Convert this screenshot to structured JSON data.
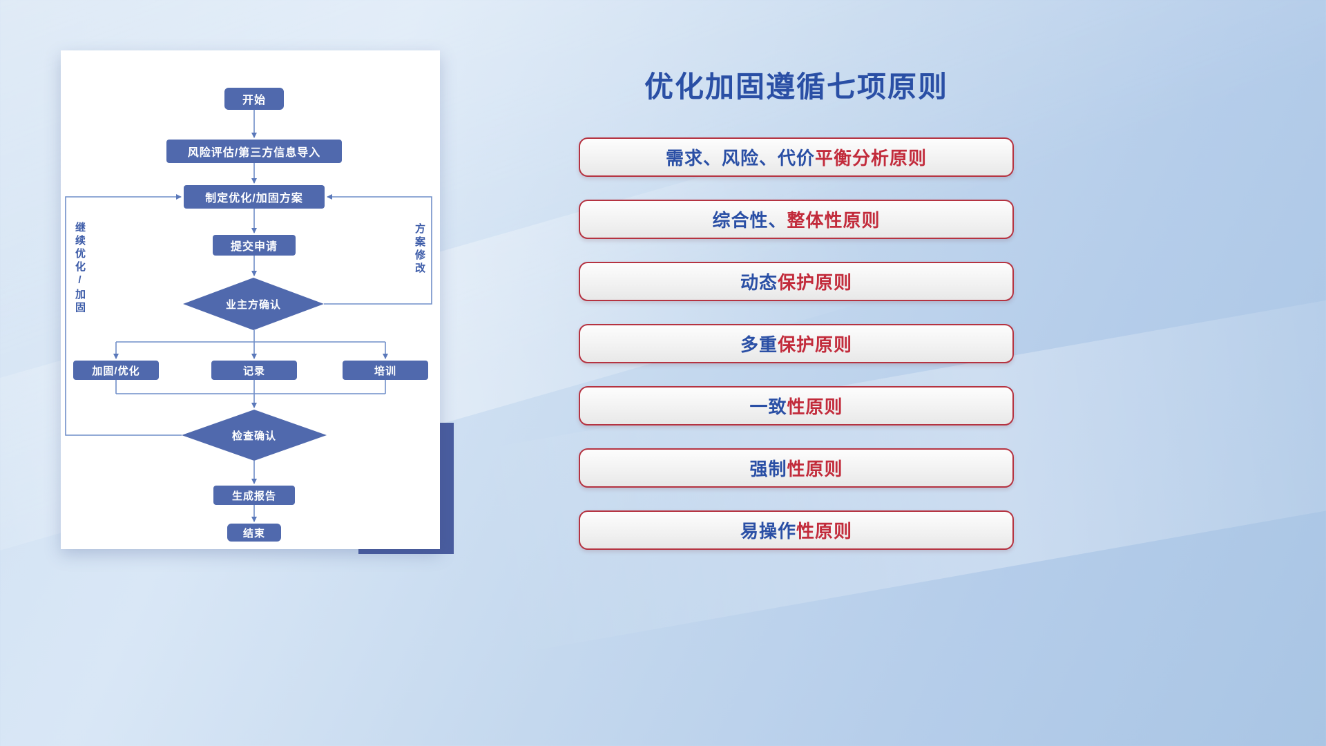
{
  "title": "优化加固遵循七项原则",
  "flowchart": {
    "nodes": {
      "start": "开始",
      "risk_import": "风险评估/第三方信息导入",
      "make_plan": "制定优化/加固方案",
      "submit": "提交申请",
      "owner_confirm": "业主方确认",
      "reinforce": "加固/优化",
      "record": "记录",
      "training": "培训",
      "check_confirm": "检查确认",
      "report": "生成报告",
      "end": "结束"
    },
    "labels": {
      "continue_loop": "继续优化/加固",
      "plan_modify": "方案修改"
    }
  },
  "principles": [
    {
      "blue": "需求、风险、代价",
      "red": "平衡分析原则"
    },
    {
      "blue": "综合性、",
      "red": "整体性原则"
    },
    {
      "blue": "动态",
      "red": "保护原则"
    },
    {
      "blue": "多重",
      "red": "保护原则"
    },
    {
      "blue": "一致",
      "red": "性原则"
    },
    {
      "blue": "强制",
      "red": "性原则"
    },
    {
      "blue": "易操作",
      "red": "性原则"
    }
  ],
  "colors": {
    "accent_blue": "#2a4fa5",
    "accent_red": "#c22b3b",
    "node_fill": "#5069ad",
    "line": "#6f8ec8",
    "accent_square": "#4a5d9f"
  }
}
